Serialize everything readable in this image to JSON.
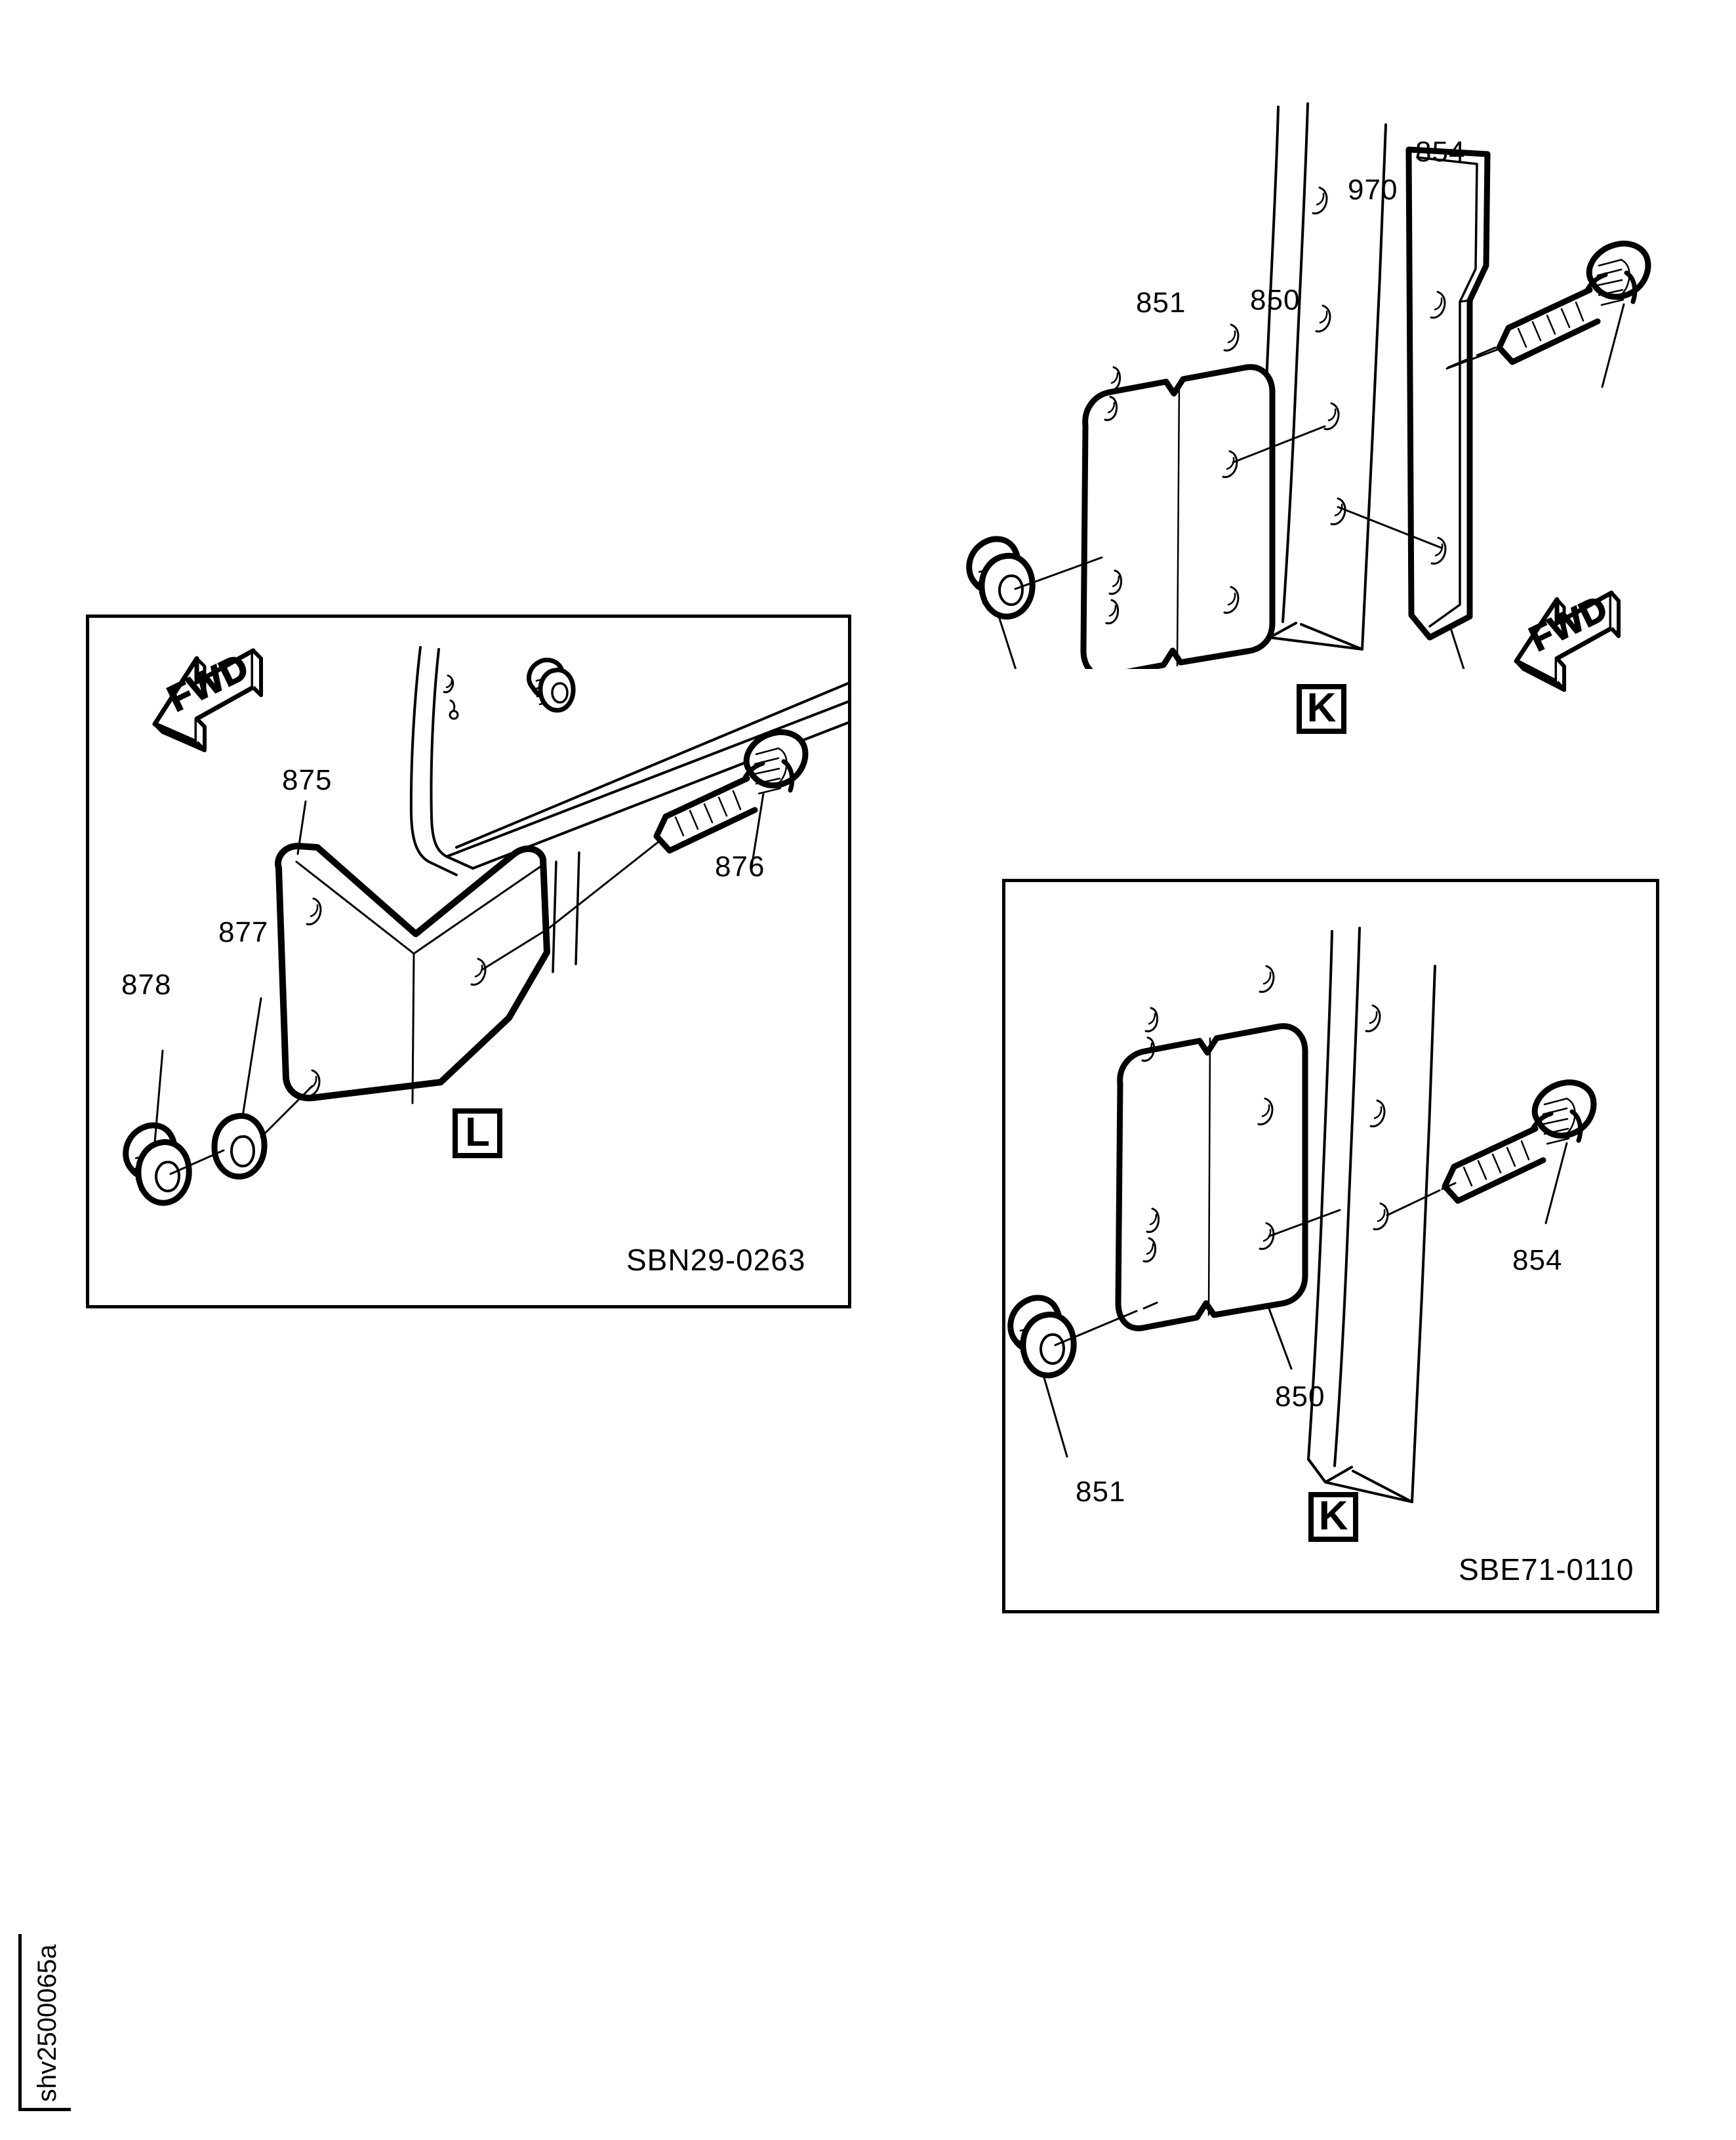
{
  "document": {
    "type": "exploded-parts-diagram",
    "page_id": "shv2500065a",
    "background": "#ffffff",
    "line_color": "#000000"
  },
  "top_right_group": {
    "name": "unboxed-assembly-group",
    "letter_marker": "K",
    "fwd_arrow_label": "FWD",
    "callouts": [
      {
        "id": "854",
        "label": "854",
        "part": "flange-bolt"
      },
      {
        "id": "970",
        "label": "970",
        "part": "tapered-bracket"
      },
      {
        "id": "850",
        "label": "850",
        "part": "mounting-plate"
      },
      {
        "id": "851",
        "label": "851",
        "part": "flange-nut"
      }
    ]
  },
  "left_panel": {
    "name": "panel-L",
    "letter_marker": "L",
    "fwd_arrow_label": "FWD",
    "drawing_code": "SBN29-0263",
    "callouts": [
      {
        "id": "875",
        "label": "875",
        "part": "corner-bracket"
      },
      {
        "id": "876",
        "label": "876",
        "part": "flange-bolt"
      },
      {
        "id": "877",
        "label": "877",
        "part": "washer"
      },
      {
        "id": "878",
        "label": "878",
        "part": "flange-nut"
      }
    ]
  },
  "bottom_right_panel": {
    "name": "panel-K",
    "letter_marker": "K",
    "drawing_code": "SBE71-0110",
    "callouts": [
      {
        "id": "854",
        "label": "854",
        "part": "flange-bolt"
      },
      {
        "id": "850",
        "label": "850",
        "part": "mounting-plate"
      },
      {
        "id": "851",
        "label": "851",
        "part": "flange-nut"
      }
    ]
  }
}
